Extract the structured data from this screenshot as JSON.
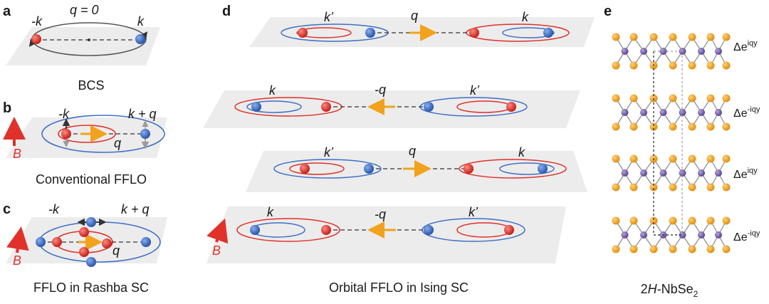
{
  "panels": {
    "a": {
      "letter": "a",
      "caption": "BCS",
      "q_label": "q = 0",
      "left_k": "-k",
      "right_k": "k"
    },
    "b": {
      "letter": "b",
      "caption": "Conventional FFLO",
      "left_k": "-k",
      "right_k": "k + q",
      "q": "q",
      "B": "B"
    },
    "c": {
      "letter": "c",
      "caption": "FFLO in Rashba SC",
      "left_k": "-k",
      "right_k": "k + q",
      "q": "q",
      "B": "B"
    },
    "d": {
      "letter": "d",
      "caption": "Orbital FFLO in Ising SC",
      "B": "B",
      "rows": [
        {
          "left": "k’",
          "mid": "q",
          "right": "k"
        },
        {
          "left": "k",
          "mid": "-q",
          "right": "k’"
        },
        {
          "left": "k’",
          "mid": "q",
          "right": "k"
        },
        {
          "left": "k",
          "mid": "-q",
          "right": "k’"
        }
      ]
    },
    "e": {
      "letter": "e",
      "caption_base": "2",
      "caption_italic": "H",
      "caption_rest": "-NbSe",
      "caption_sub": "2",
      "phases": [
        {
          "base": "Δe",
          "exp": "iqy"
        },
        {
          "base": "Δe",
          "exp": "-iqy"
        },
        {
          "base": "Δe",
          "exp": "iqy"
        },
        {
          "base": "Δe",
          "exp": "-iqy"
        }
      ]
    }
  },
  "colors": {
    "red": "#e0312a",
    "blue": "#3f6fc4",
    "orange": "#f2a21c",
    "plane": "#ececec",
    "purple": "#7c63a8",
    "gold": "#f0a92c"
  }
}
